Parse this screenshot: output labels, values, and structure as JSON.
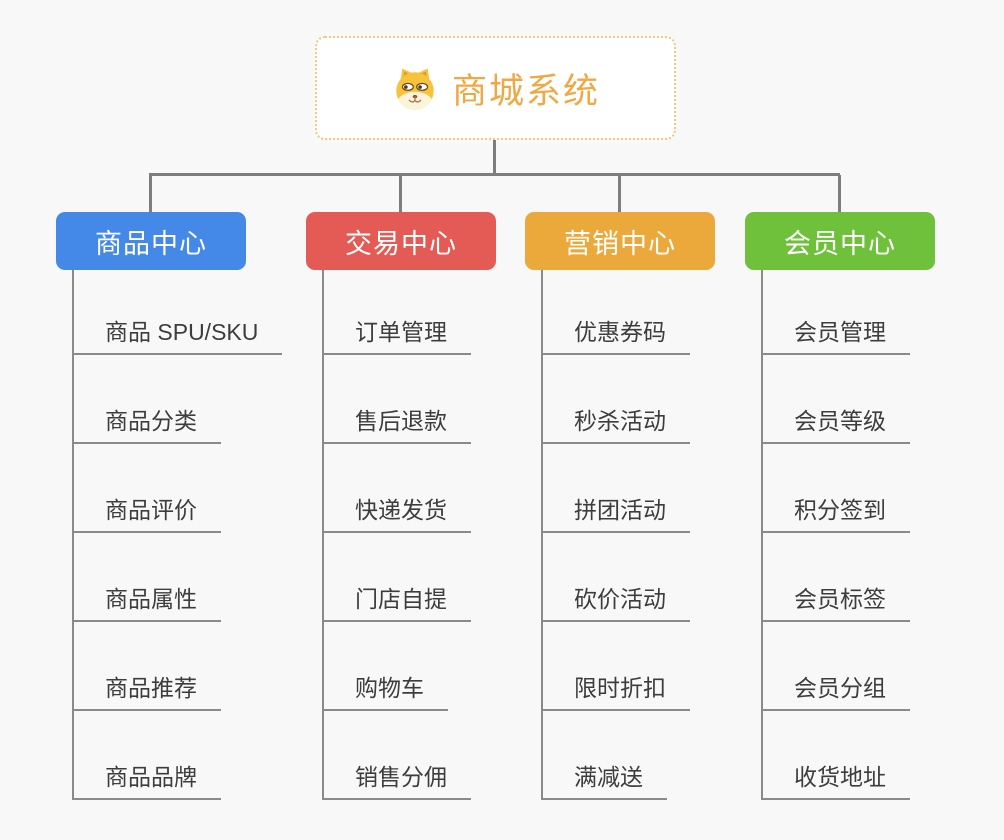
{
  "root": {
    "title": "商城系统",
    "icon": "dog-face-icon"
  },
  "palette": {
    "background": "#F8F8F8",
    "root_accent": "#F0A845",
    "root_border": "#F3C678",
    "connector": "#7E7E7E",
    "leaf_line": "#8A8A8A",
    "leaf_text": "#3D3D3D"
  },
  "branches": [
    {
      "label": "商品中心",
      "color": "#4489E8",
      "items": [
        "商品 SPU/SKU",
        "商品分类",
        "商品评价",
        "商品属性",
        "商品推荐",
        "商品品牌"
      ]
    },
    {
      "label": "交易中心",
      "color": "#E45A55",
      "items": [
        "订单管理",
        "售后退款",
        "快递发货",
        "门店自提",
        "购物车",
        "销售分佣"
      ]
    },
    {
      "label": "营销中心",
      "color": "#EBA93B",
      "items": [
        "优惠券码",
        "秒杀活动",
        "拼团活动",
        "砍价活动",
        "限时折扣",
        "满减送"
      ]
    },
    {
      "label": "会员中心",
      "color": "#6FC13C",
      "items": [
        "会员管理",
        "会员等级",
        "积分签到",
        "会员标签",
        "会员分组",
        "收货地址"
      ]
    }
  ]
}
